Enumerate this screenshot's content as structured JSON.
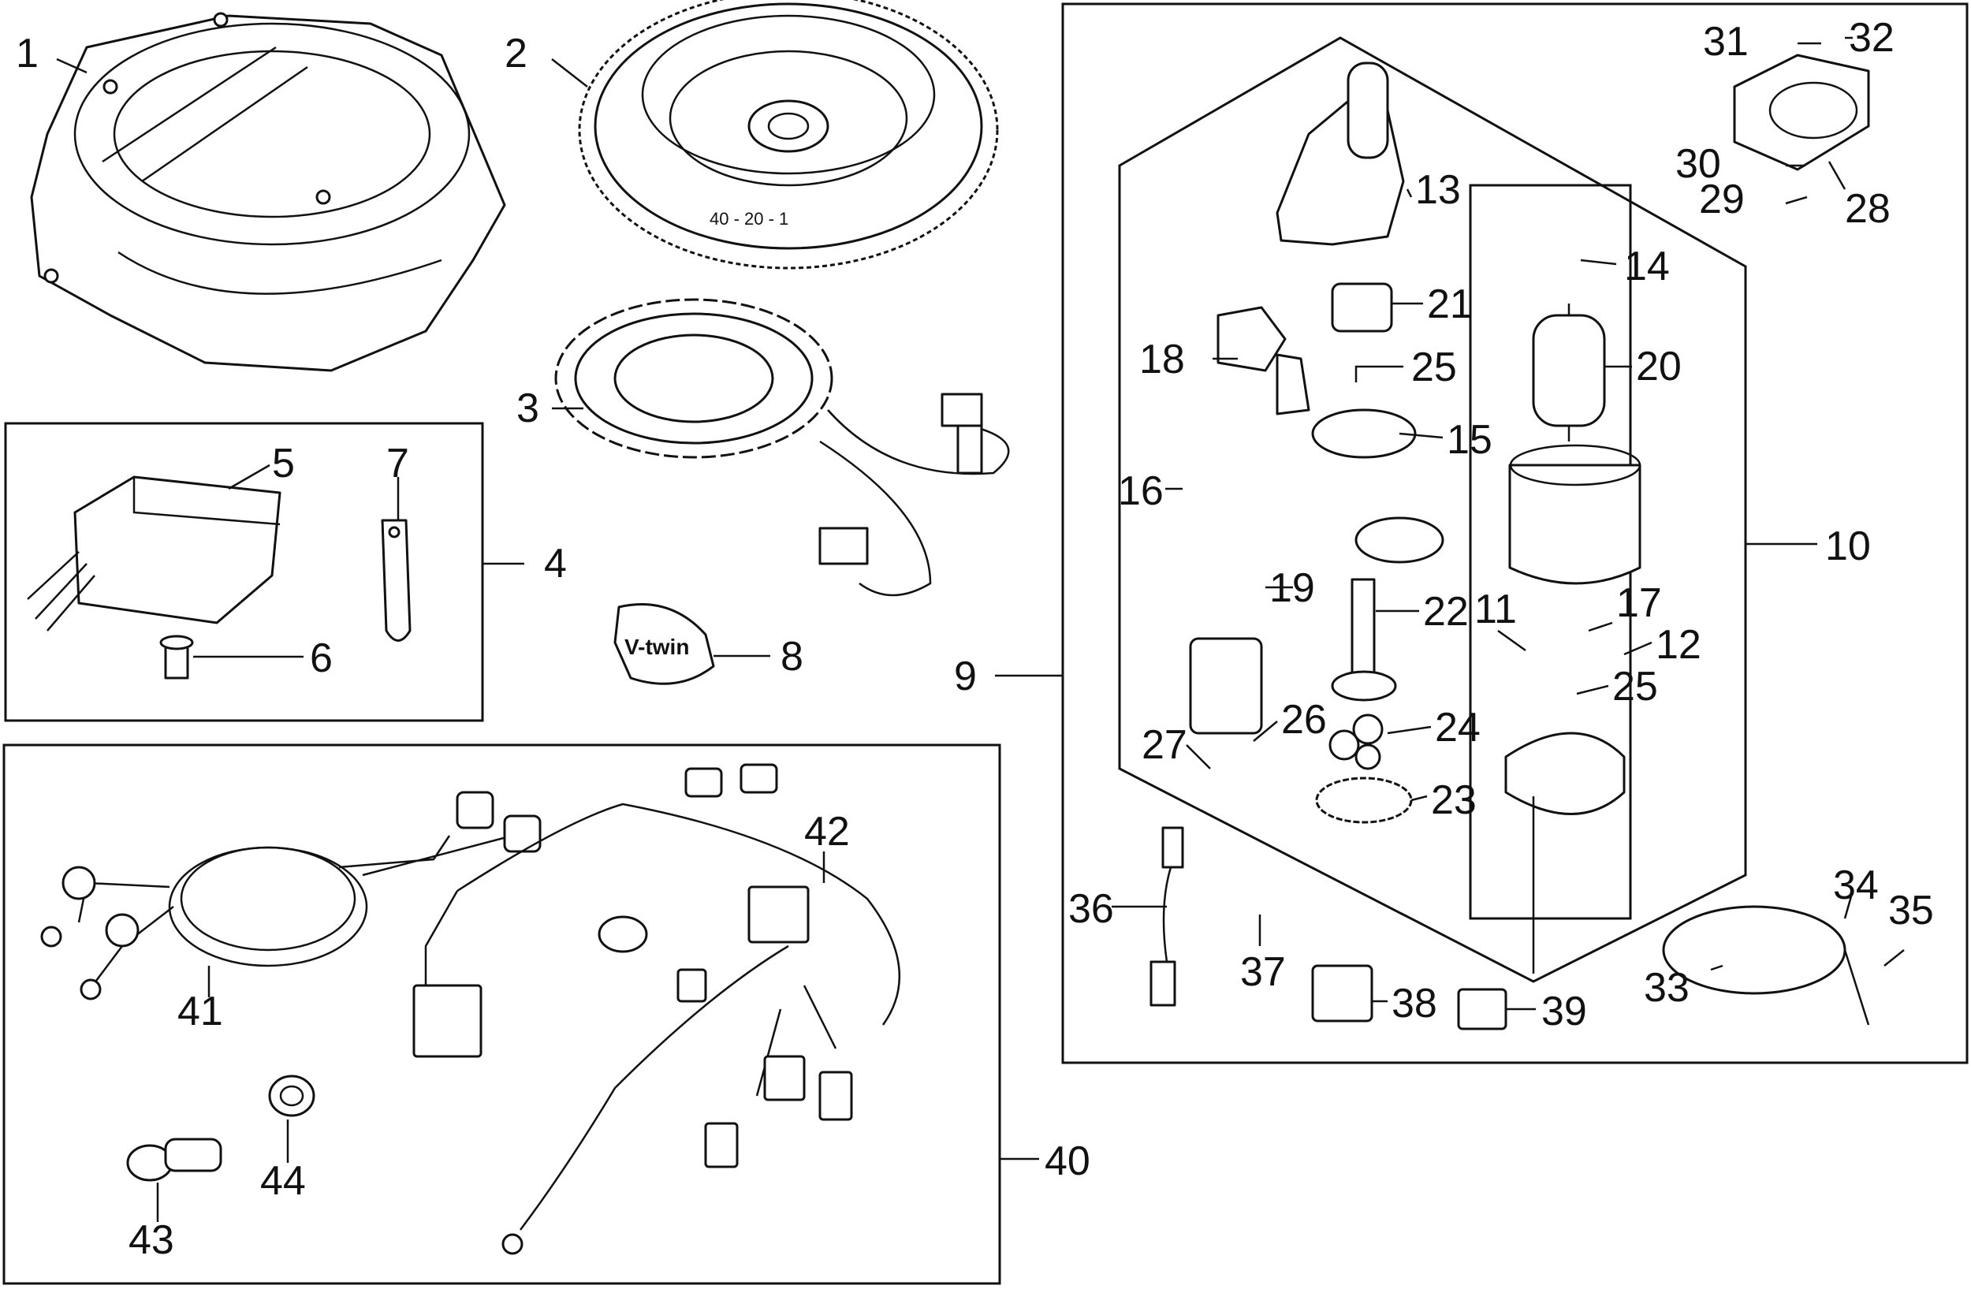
{
  "labels": {
    "p1": "1",
    "p2": "2",
    "p3": "3",
    "p4": "4",
    "p5": "5",
    "p6": "6",
    "p7": "7",
    "p8": "8",
    "p9": "9",
    "p10": "10",
    "p11": "11",
    "p12": "12",
    "p13": "13",
    "p14": "14",
    "p15": "15",
    "p16": "16",
    "p17": "17",
    "p18": "18",
    "p19": "19",
    "p20": "20",
    "p21": "21",
    "p22": "22",
    "p23": "23",
    "p24": "24",
    "p25a": "25",
    "p25b": "25",
    "p26": "26",
    "p27": "27",
    "p28": "28",
    "p29": "29",
    "p30": "30",
    "p31": "31",
    "p32": "32",
    "p33": "33",
    "p34": "34",
    "p35": "35",
    "p36": "36",
    "p37": "37",
    "p38": "38",
    "p39": "39",
    "p40": "40",
    "p41": "41",
    "p42": "42",
    "p43": "43",
    "p44": "44"
  },
  "flywheel_marks": "40 - 20 - 1",
  "badge_text": "V-twin"
}
